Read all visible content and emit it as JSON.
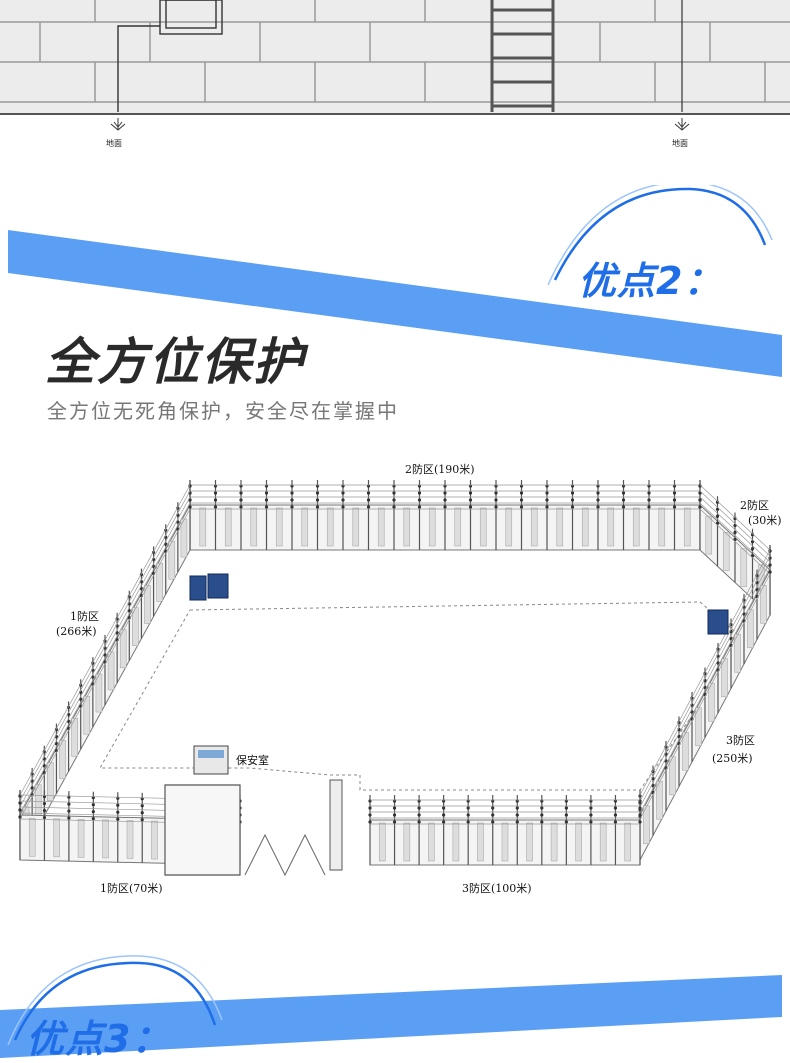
{
  "ground_label": "地面",
  "advantage2": {
    "title": "优点2："
  },
  "headline": "全方位保护",
  "subline": "全方位无死角保护，安全尽在掌握中",
  "diagram": {
    "zone2_top": "2防区(190米)",
    "zone2_right_name": "2防区",
    "zone2_right_len": "(30米)",
    "zone1_left_name": "1防区",
    "zone1_left_len": "(266米)",
    "zone3_right_name": "3防区",
    "zone3_right_len": "(250米)",
    "guard_room": "保安室",
    "zone1_bottom": "1防区(70米)",
    "zone3_bottom": "3防区(100米)"
  },
  "advantage3": {
    "title": "优点3："
  },
  "colors": {
    "accent_blue": "#1f6ee8",
    "band_blue": "#5b9ff5",
    "headline_dark": "#2a2a2a"
  }
}
